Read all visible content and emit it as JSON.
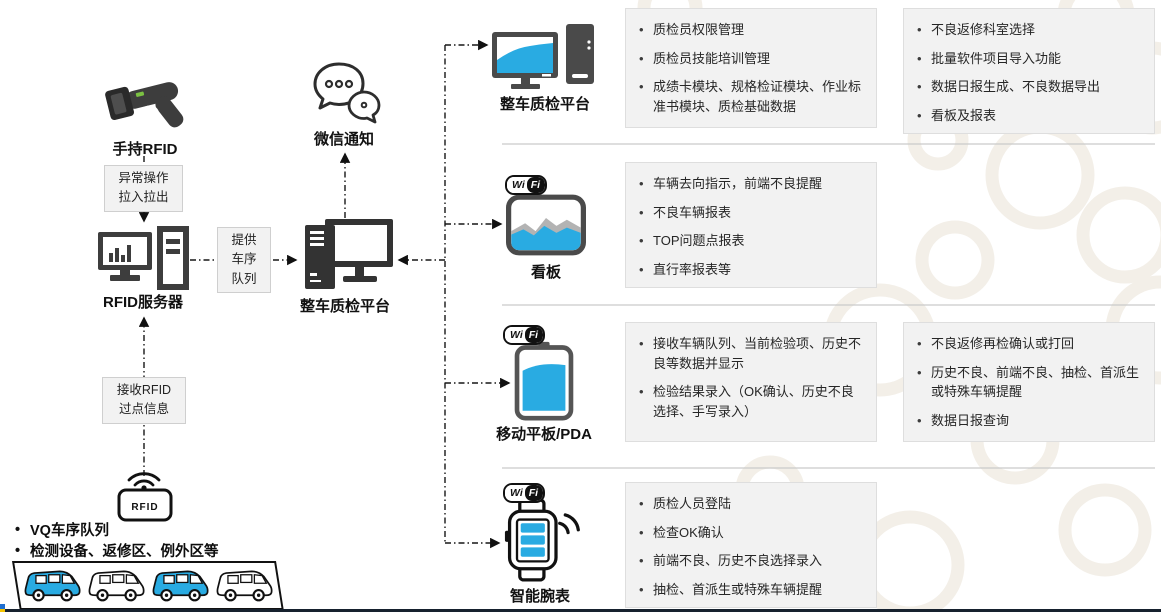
{
  "colors": {
    "accent_blue": "#29abe2",
    "icon_dark": "#3d3d3d",
    "card_bg": "#f2f2f2",
    "card_border": "#dedede",
    "footer_bar": "#16212e"
  },
  "wifi_badge": {
    "wi": "Wi",
    "fi": "Fi"
  },
  "left_flow": {
    "handheld_label": "手持RFID",
    "exception_box": {
      "line1": "异常操作",
      "line2": "拉入拉出"
    },
    "server_label": "RFID服务器",
    "provide_box": {
      "line1": "提供",
      "line2": "车序",
      "line3": "队列"
    },
    "receive_box": {
      "line1": "接收RFID",
      "line2": "过点信息"
    },
    "reader_text": "RFID",
    "bullets": [
      "VQ车序队列",
      "检测设备、返修区、例外区等"
    ]
  },
  "middle": {
    "wechat_label": "微信通知",
    "platform_label": "整车质检平台"
  },
  "rows": [
    {
      "device": "整车质检平台",
      "cards": [
        {
          "items": [
            "质检员权限管理",
            "质检员技能培训管理",
            "成绩卡模块、规格检证模块、作业标准书模块、质检基础数据"
          ]
        },
        {
          "items": [
            "不良返修科室选择",
            "批量软件项目导入功能",
            "数据日报生成、不良数据导出",
            "看板及报表"
          ]
        }
      ]
    },
    {
      "device": "看板",
      "cards": [
        {
          "items": [
            "车辆去向指示，前端不良提醒",
            "不良车辆报表",
            "TOP问题点报表",
            "直行率报表等"
          ]
        }
      ]
    },
    {
      "device": "移动平板/PDA",
      "cards": [
        {
          "items": [
            "接收车辆队列、当前检验项、历史不良等数据并显示",
            "检验结果录入（OK确认、历史不良选择、手写录入）"
          ]
        },
        {
          "items": [
            "不良返修再检确认或打回",
            "历史不良、前端不良、抽检、首派生或特殊车辆提醒",
            "数据日报查询"
          ]
        }
      ]
    },
    {
      "device": "智能腕表",
      "cards": [
        {
          "items": [
            "质检人员登陆",
            "检查OK确认",
            "前端不良、历史不良选择录入",
            "抽检、首派生或特殊车辆提醒"
          ]
        }
      ]
    }
  ],
  "icons": [
    "handheld-rfid-scanner-icon",
    "rfid-server-icon",
    "wechat-icon",
    "quality-platform-host-icon",
    "desktop-pc-icon",
    "wifi-badge",
    "dashboard-chart-icon",
    "tablet-icon",
    "smartwatch-icon",
    "rfid-reader-icon",
    "car-icon"
  ]
}
